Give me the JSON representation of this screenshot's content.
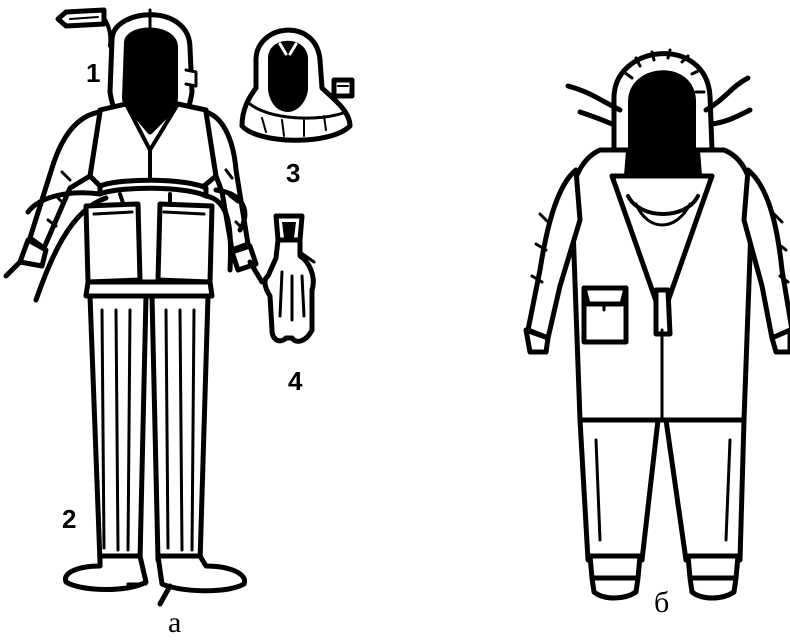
{
  "figure": {
    "labels": {
      "part1": "1",
      "part2": "2",
      "part3": "3",
      "part4": "4"
    },
    "captions": {
      "left": "а",
      "right": "б"
    },
    "colors": {
      "ink": "#000000",
      "paper": "#ffffff"
    }
  }
}
